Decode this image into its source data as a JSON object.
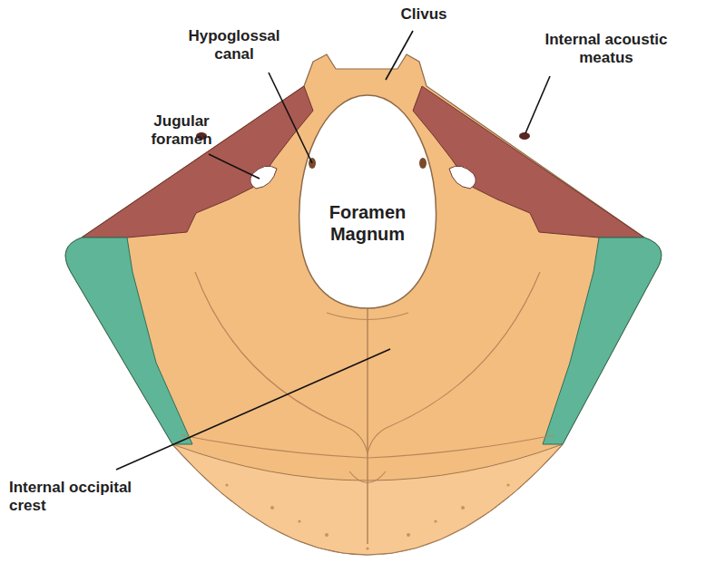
{
  "diagram": {
    "labels": [
      "Clivus",
      "Hypoglossal canal",
      "Internal acoustic meatus",
      "Jugular foramen",
      "Foramen Magnum",
      "Internal occipital crest"
    ]
  }
}
